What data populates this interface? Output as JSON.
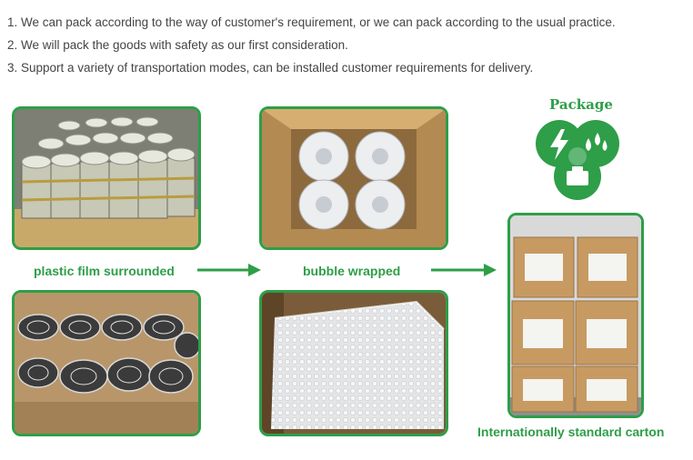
{
  "notes": [
    "1. We can pack according to the way of customer's requirement, or we can pack according to the usual practice.",
    "2. We will pack the goods with safety as our first consideration.",
    "3. Support a variety of transportation modes, can be installed customer requirements for delivery."
  ],
  "labels": {
    "plastic": "plastic film surrounded",
    "bubble": "bubble wrapped",
    "carton": "Internationally standard carton",
    "package": "Package"
  },
  "colors": {
    "accent": "#2e9e48"
  }
}
